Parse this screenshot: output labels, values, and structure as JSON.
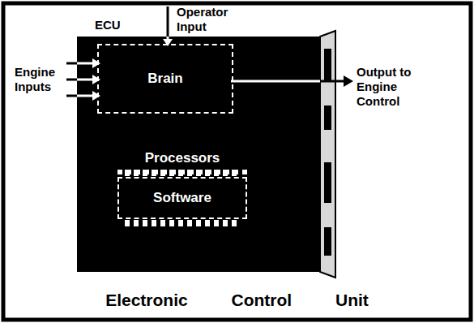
{
  "diagram": {
    "caption": "Electronic Control Unit",
    "nodes": [
      {
        "text": [
          "ECU"
        ]
      },
      {
        "text": [
          "Brain"
        ],
        "in": 0
      },
      {
        "text": [
          "Software"
        ],
        "in": 0
      }
    ],
    "labels": [
      "Operator Input",
      "Engine Inputs",
      "Output to Engine Control",
      "Processors"
    ]
  }
}
